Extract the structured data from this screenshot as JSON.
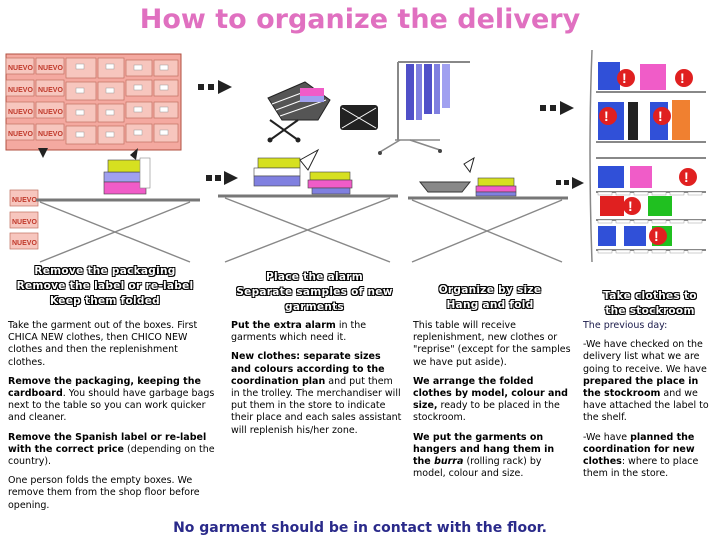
{
  "title": "How to organize the delivery",
  "box_label": "NUEVO",
  "alarm_mark": "!",
  "columns": [
    {
      "heading": [
        "Remove the packaging",
        "Remove the label or re-label",
        "Keep them folded"
      ],
      "paragraphs": [
        [
          {
            "t": "Take the garment out of the boxes. First CHICA NEW clothes, then CHICO NEW clothes and then the replenishment clothes.",
            "b": false
          }
        ],
        [
          {
            "t": "Remove the packaging, keeping the cardboard",
            "b": true
          },
          {
            "t": ". You should have garbage bags next to the table so you can work quicker and cleaner.",
            "b": false
          }
        ],
        [
          {
            "t": "Remove the Spanish label or re-label with the correct price",
            "b": true
          },
          {
            "t": " (depending on the country).",
            "b": false
          }
        ],
        [
          {
            "t": "One person folds the empty boxes. We remove them from the shop floor before opening.",
            "b": false
          }
        ]
      ]
    },
    {
      "heading": [
        "Place the alarm",
        "Separate samples of new garments"
      ],
      "paragraphs": [
        [
          {
            "t": "Put the extra alarm",
            "b": true
          },
          {
            "t": " in the garments which need it.",
            "b": false
          }
        ],
        [
          {
            "t": "New clothes: separate sizes and colours according to the coordination plan",
            "b": true
          },
          {
            "t": " and put them in the trolley. The merchandiser will put them in the store to indicate their place and each sales assistant will replenish his/her zone.",
            "b": false
          }
        ]
      ]
    },
    {
      "heading": [
        "Organize by size",
        "Hang and fold"
      ],
      "paragraphs": [
        [
          {
            "t": "This table will receive replenishment, new clothes or \"reprise\" (except for the samples we have put aside).",
            "b": false
          }
        ],
        [
          {
            "t": "We arrange the folded clothes by model, colour and size,",
            "b": true
          },
          {
            "t": " ready to be placed in the stockroom.",
            "b": false
          }
        ],
        [
          {
            "t": "We put the garments on hangers and hang them in the ",
            "b": true
          },
          {
            "t": "burra",
            "b": true,
            "i": true
          },
          {
            "t": " (rolling rack)",
            "b": false
          },
          {
            "t": " by model, colour and size.",
            "b": false
          }
        ]
      ]
    },
    {
      "heading": [
        "Take clothes to",
        "the stockroom"
      ],
      "paragraphs": [
        [
          {
            "t": "The previous day:",
            "b": false,
            "hd": true
          }
        ],
        [
          {
            "t": "-We have checked on the delivery list what we are going to receive. We have ",
            "b": false
          },
          {
            "t": "prepared the place in the stockroom",
            "b": true
          },
          {
            "t": " and we have attached the label to the shelf.",
            "b": false
          }
        ],
        [
          {
            "t": "-We have ",
            "b": false
          },
          {
            "t": "planned the coordination for new clothes",
            "b": true
          },
          {
            "t": ": where to place them in the store.",
            "b": false
          }
        ]
      ]
    }
  ],
  "footer": "No garment should be in contact with the floor.",
  "colors": {
    "title": "#e070c0",
    "pink": "#f4a9a0",
    "box": "#f7c6be",
    "yellow": "#d6e020",
    "magenta": "#f05cc8",
    "purple": "#8080e0",
    "blue": "#3050d8",
    "red": "#e02020",
    "green": "#20c020",
    "orange": "#f08030"
  }
}
